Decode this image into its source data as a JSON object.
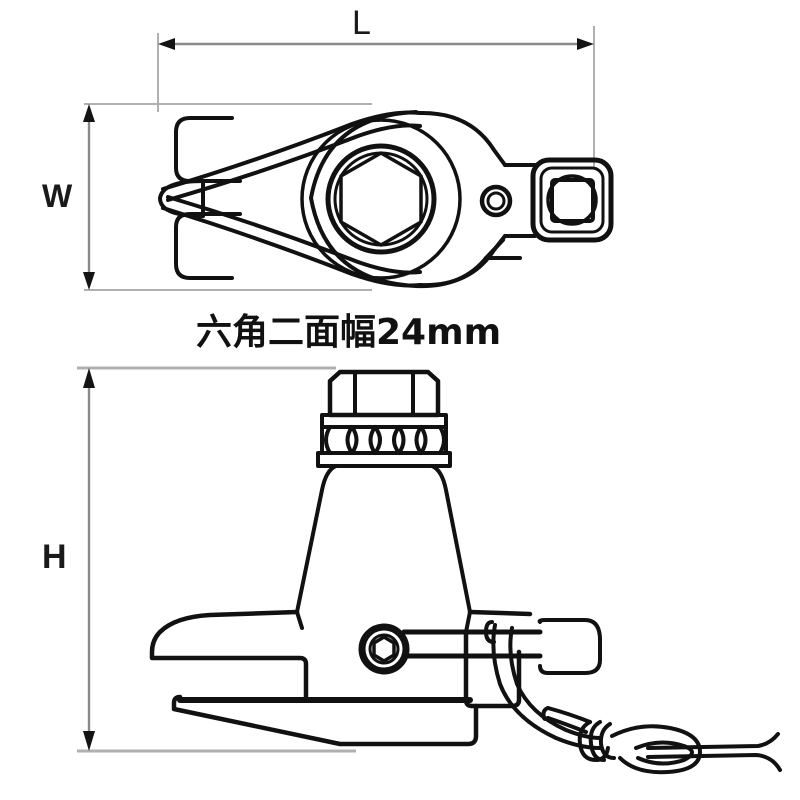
{
  "drawing": {
    "title_note": "六角二面幅24mm",
    "background_color": "#ffffff",
    "line_color": "#111111",
    "dimension_line_color": "#8c8c8c",
    "dimensions": {
      "length": {
        "label": "L",
        "orientation": "horizontal",
        "view": "top"
      },
      "width": {
        "label": "W",
        "orientation": "vertical",
        "view": "top"
      },
      "height": {
        "label": "H",
        "orientation": "vertical",
        "view": "side"
      }
    },
    "views": [
      {
        "name": "top-view",
        "features": [
          "fork-jaw",
          "wing-blade",
          "hex-socket-boss",
          "small-round-hole",
          "square-drive-socket"
        ]
      },
      {
        "name": "side-view",
        "features": [
          "hex-nut",
          "upper-washer",
          "ball-bearing-band",
          "lower-washer",
          "tapered-body",
          "hex-socket-bolt",
          "clamp-jaw",
          "base-plate",
          "safety-wire-lanyard",
          "wire-knot",
          "wire-loop"
        ]
      }
    ]
  }
}
